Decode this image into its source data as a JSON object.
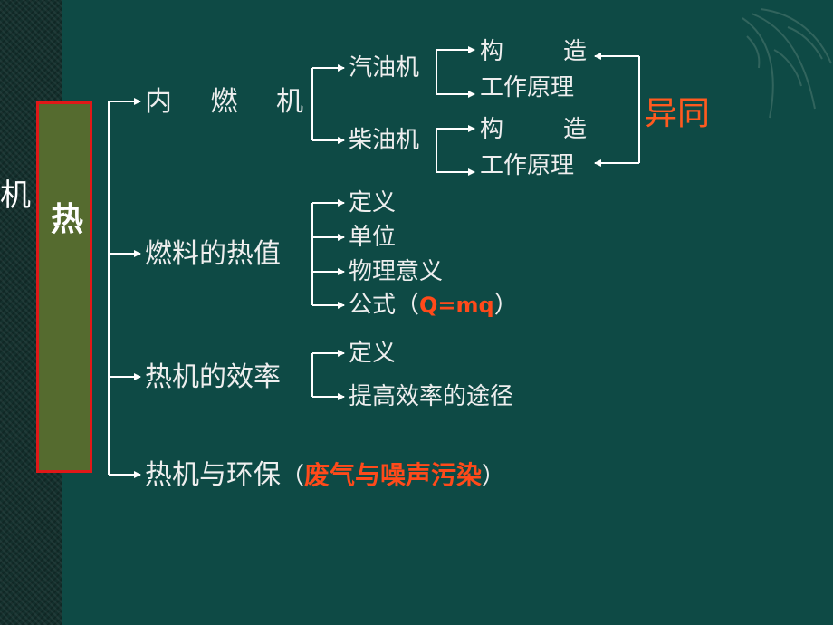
{
  "side_title": "机",
  "root": "热",
  "branches": {
    "internal_combustion": {
      "label": "内燃机",
      "chars": [
        "内",
        "燃",
        "机"
      ],
      "gasoline": {
        "label": "汽油机",
        "structure_chars": [
          "构",
          "造"
        ],
        "principle": "工作原理"
      },
      "diesel": {
        "label": "柴油机",
        "structure_chars": [
          "构",
          "造"
        ],
        "principle": "工作原理"
      },
      "compare": "异同"
    },
    "fuel_heat_value": {
      "label": "燃料的热值",
      "items": [
        "定义",
        "单位",
        "物理意义"
      ],
      "formula_prefix": "公式（",
      "formula": "Q=mq",
      "formula_suffix": "）"
    },
    "efficiency": {
      "label": "热机的效率",
      "items": [
        "定义",
        "提高效率的途径"
      ]
    },
    "environment": {
      "label": "热机与环保",
      "paren_open": "（",
      "pollution": "废气与噪声污染",
      "paren_close": "）"
    }
  },
  "colors": {
    "background": "#0e4a45",
    "root_fill": "#556b2f",
    "root_border": "#e01818",
    "highlight": "#ff4a1a",
    "connector": "#ffffff"
  }
}
